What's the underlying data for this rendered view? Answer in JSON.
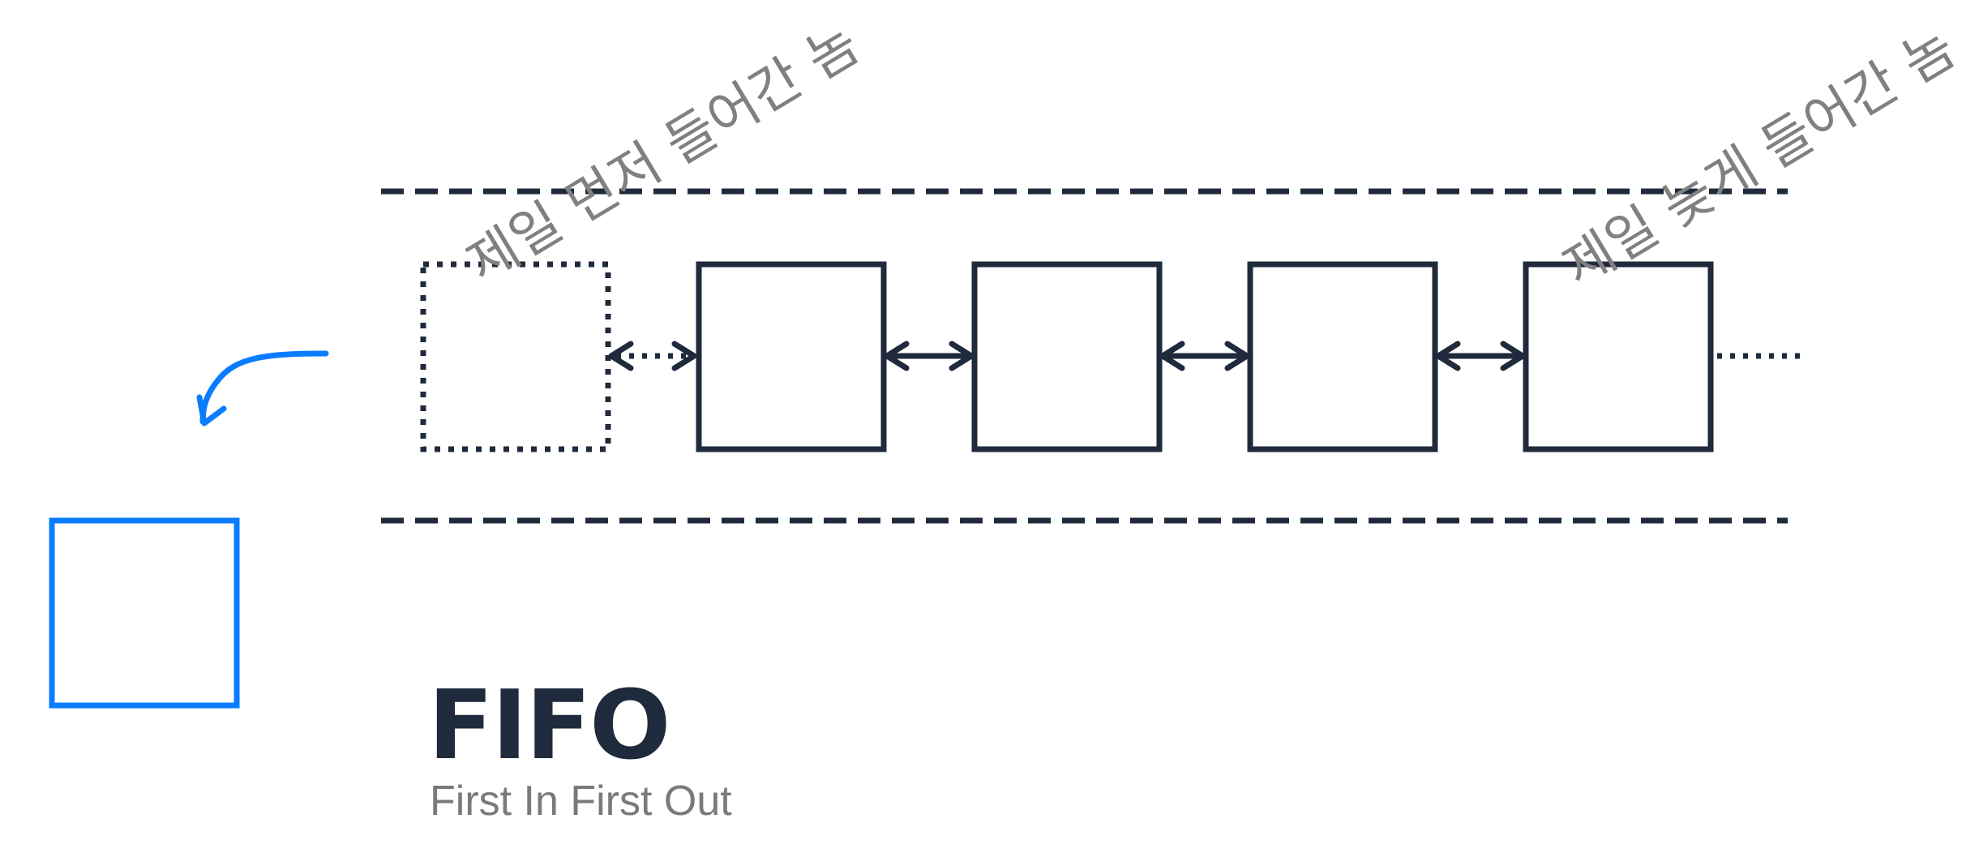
{
  "diagram": {
    "title": "FIFO",
    "subtitle": "First In First Out",
    "label_first_in": "제일 먼저 들어간 놈",
    "label_last_in": "제일 늦게 들어간 놈",
    "node_count_in_queue": 4,
    "colors": {
      "stroke": "#1f2a3c",
      "dequeued": "#0a7cff",
      "label": "#808080"
    }
  }
}
